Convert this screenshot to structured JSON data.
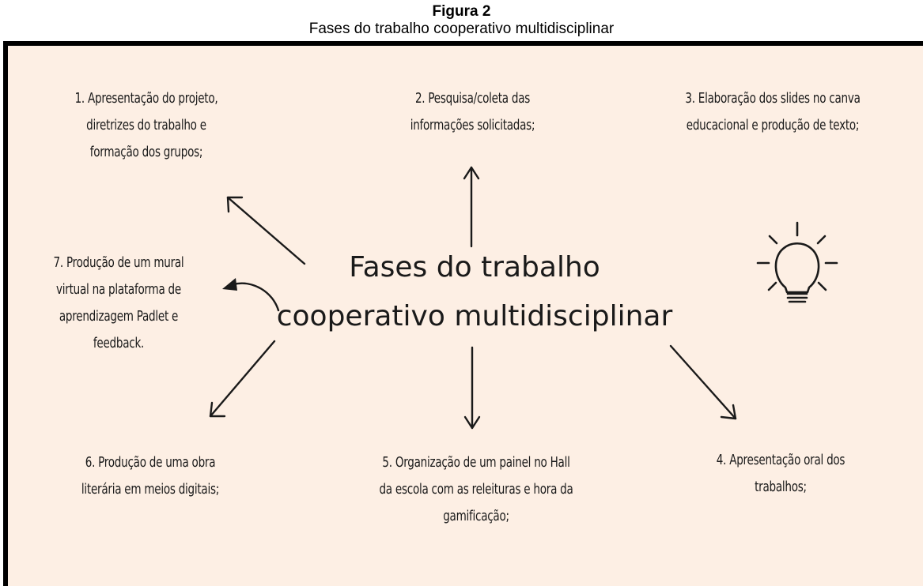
{
  "figure": {
    "label": "Figura 2",
    "subtitle": "Fases do trabalho cooperativo multidisciplinar"
  },
  "center": {
    "line1": "Fases do trabalho",
    "line2": "cooperativo multidisciplinar"
  },
  "phases": [
    {
      "lines": [
        "1.  Apresentação do projeto,",
        "diretrizes do trabalho e",
        "formação dos grupos;"
      ]
    },
    {
      "lines": [
        "2. Pesquisa/coleta das",
        "informações solicitadas;"
      ]
    },
    {
      "lines": [
        "3. Elaboração dos slides no canva",
        "educacional e produção de texto;"
      ]
    },
    {
      "lines": [
        "4. Apresentação oral dos",
        "trabalhos;"
      ]
    },
    {
      "lines": [
        "5. Organização de um painel no Hall",
        "da escola com as releituras e hora da",
        "gamificação;"
      ]
    },
    {
      "lines": [
        "6. Produção de uma obra",
        "literária em meios digitais;"
      ]
    },
    {
      "lines": [
        "7. Produção de um mural",
        "virtual na plataforma de",
        "aprendizagem Padlet e",
        "feedback."
      ]
    }
  ],
  "icons": {
    "decoration": "lightbulb-icon"
  },
  "colors": {
    "panel_background": "#fdefe4",
    "ink": "#1a1a1a"
  }
}
